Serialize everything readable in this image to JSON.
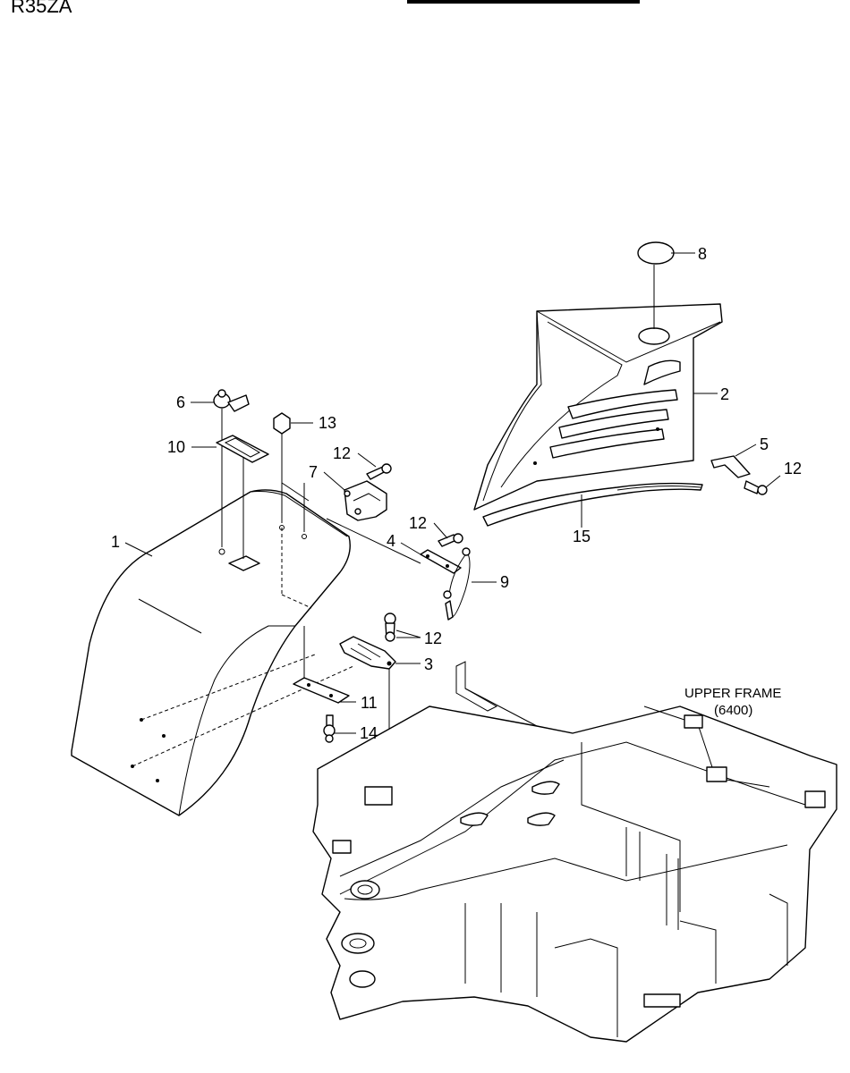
{
  "header": {
    "model": "R35ZA"
  },
  "callouts": {
    "c1": "1",
    "c2": "2",
    "c3": "3",
    "c4": "4",
    "c5": "5",
    "c6": "6",
    "c7": "7",
    "c8": "8",
    "c9": "9",
    "c10": "10",
    "c11": "11",
    "c12a": "12",
    "c12b": "12",
    "c12c": "12",
    "c12d": "12",
    "c13": "13",
    "c14": "14",
    "c15": "15"
  },
  "upper_frame": {
    "title": "UPPER FRAME",
    "ref": "(6400)"
  }
}
